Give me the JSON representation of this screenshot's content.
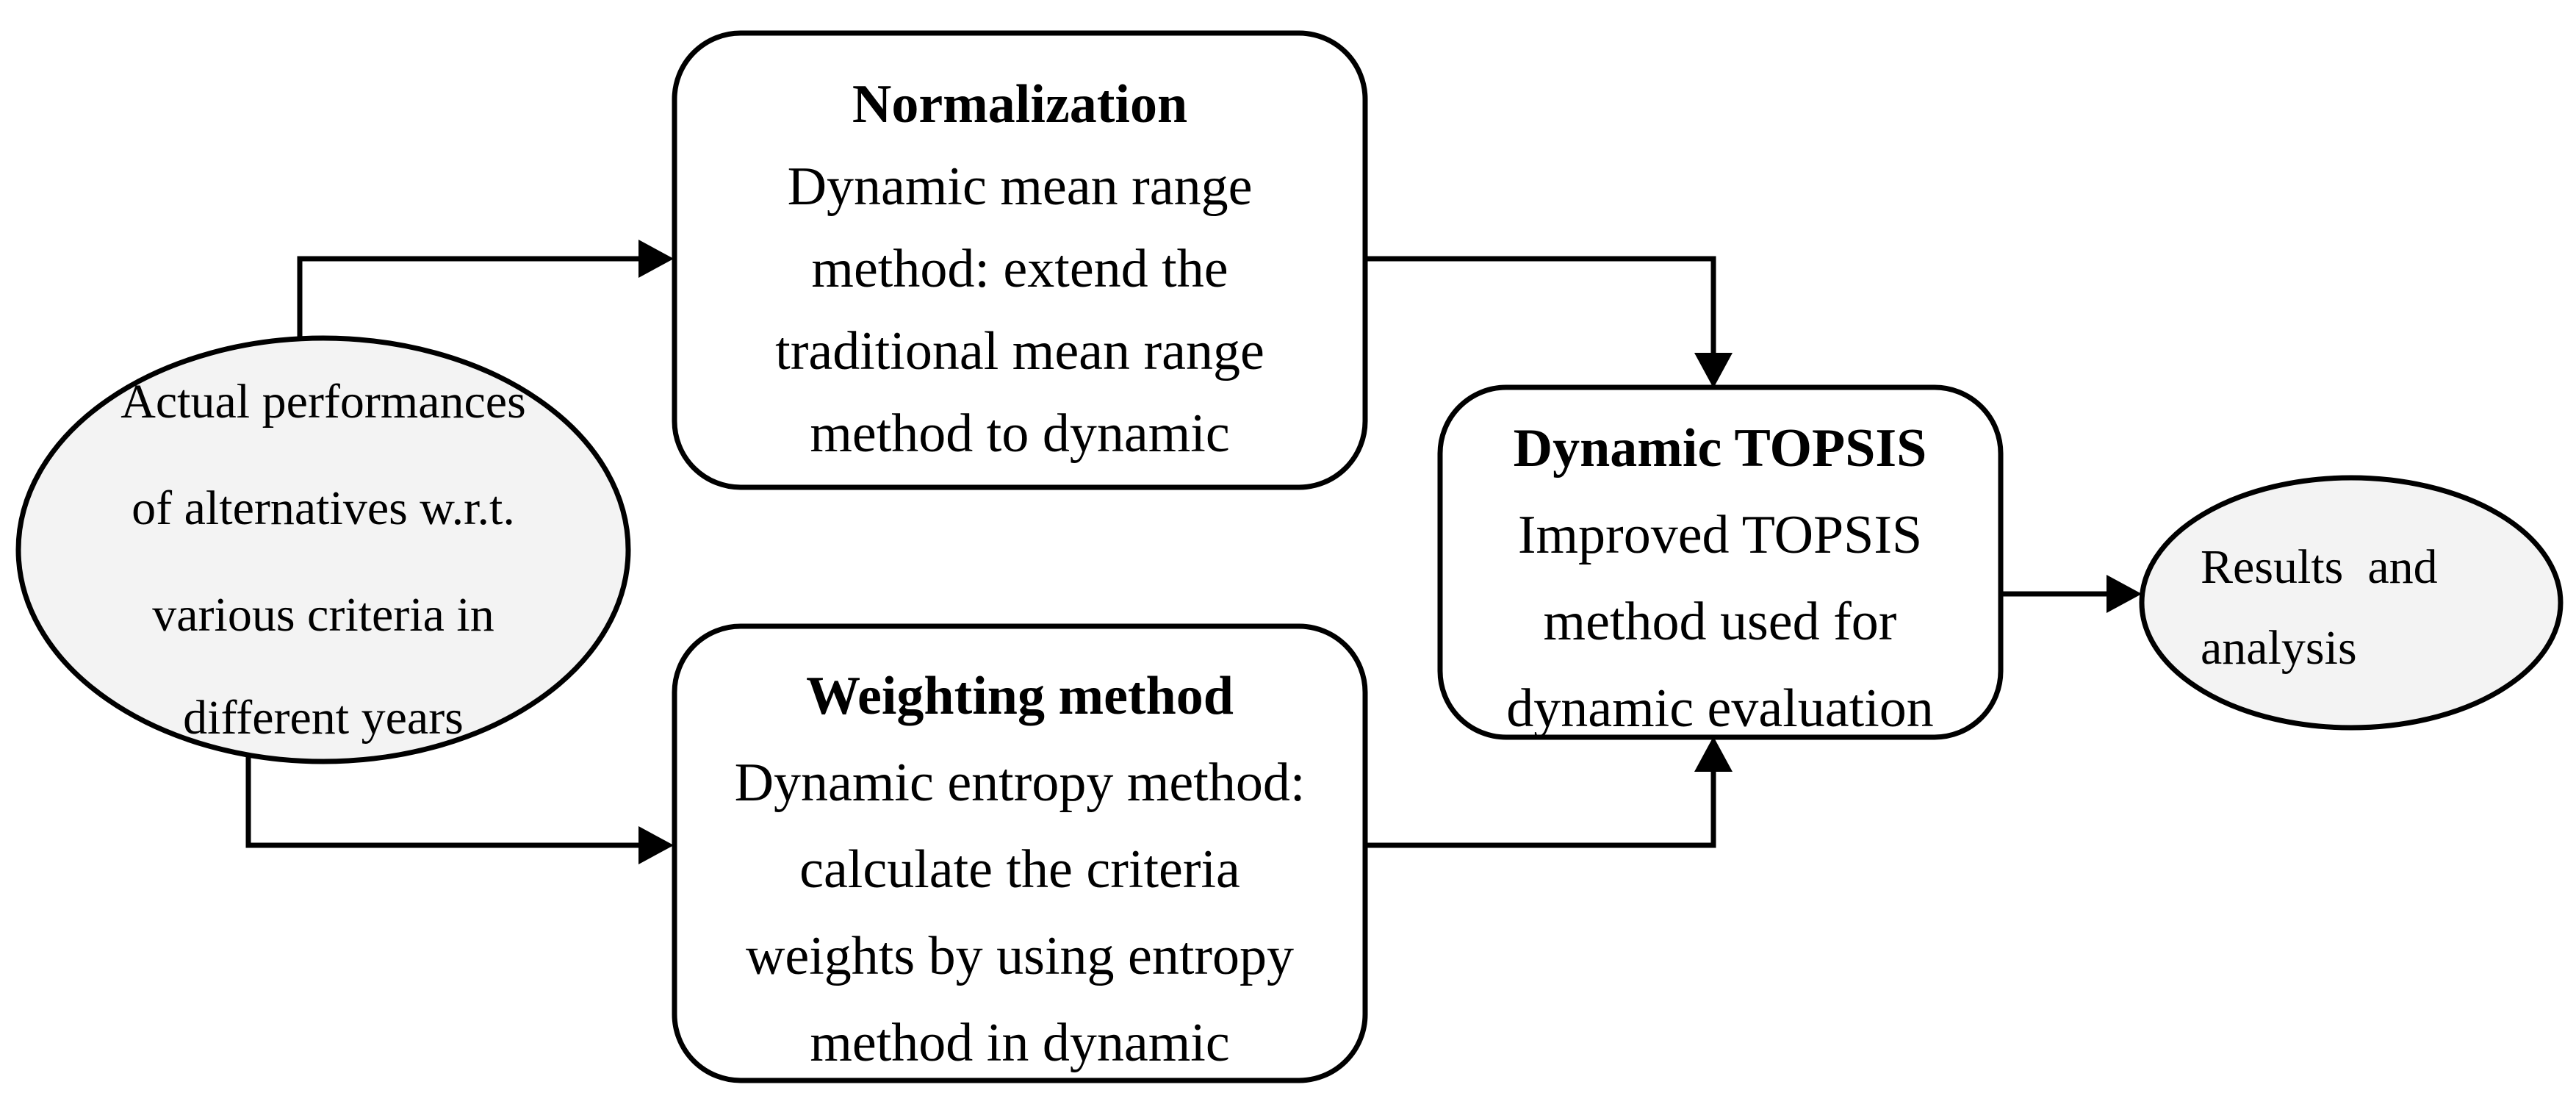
{
  "diagram": {
    "type": "flowchart",
    "nodes": {
      "input": {
        "shape": "ellipse",
        "lines": [
          "Actual performances",
          "of alternatives w.r.t.",
          "various criteria in",
          "different years"
        ]
      },
      "normalization": {
        "shape": "rounded-rect",
        "title": "Normalization",
        "lines": [
          "Dynamic mean range",
          "method: extend the",
          "traditional mean range",
          "method to dynamic"
        ]
      },
      "weighting": {
        "shape": "rounded-rect",
        "title": "Weighting method",
        "lines": [
          "Dynamic entropy method:",
          "calculate the criteria",
          "weights by using entropy",
          "method in dynamic"
        ]
      },
      "topsis": {
        "shape": "rounded-rect",
        "title": "Dynamic TOPSIS",
        "lines": [
          "Improved TOPSIS",
          "method used for",
          "dynamic evaluation"
        ]
      },
      "results": {
        "shape": "ellipse",
        "lines": [
          "Results  and",
          "analysis"
        ]
      }
    },
    "edges": [
      {
        "from": "input",
        "to": "normalization"
      },
      {
        "from": "input",
        "to": "weighting"
      },
      {
        "from": "normalization",
        "to": "topsis"
      },
      {
        "from": "weighting",
        "to": "topsis"
      },
      {
        "from": "topsis",
        "to": "results"
      }
    ],
    "colors": {
      "ellipse_fill": "#f3f3f3",
      "box_fill": "#ffffff",
      "stroke": "#000000"
    }
  }
}
